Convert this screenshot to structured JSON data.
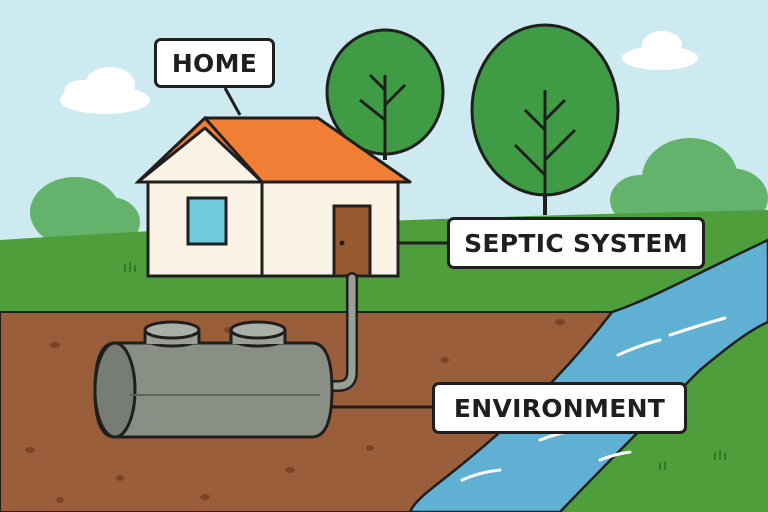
{
  "labels": {
    "home": "HOME",
    "septic_system": "SEPTIC SYSTEM",
    "environment": "ENVIRONMENT"
  },
  "colors": {
    "sky": "#cdeaf0",
    "grass": "#4f9e3c",
    "soil": "#9a5f3a",
    "roof": "#f07f35",
    "house_wall": "#fbf4e6",
    "door": "#9a5a30",
    "window": "#6fcbdc",
    "tank": "#8a8f86",
    "river": "#5fb0d2",
    "tree": "#3f9c45",
    "outline": "#1f1f1f"
  }
}
